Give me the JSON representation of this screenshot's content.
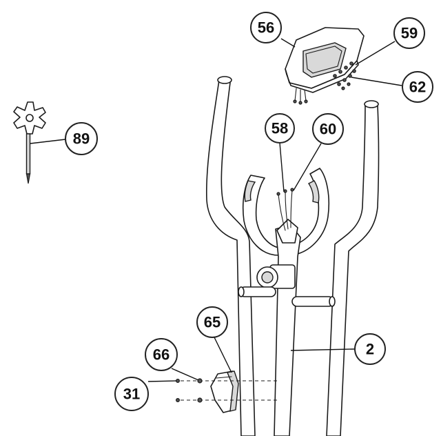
{
  "callouts": {
    "p56": "56",
    "p59": "59",
    "p62": "62",
    "p89": "89",
    "p58": "58",
    "p60": "60",
    "p65": "65",
    "p2": "2",
    "p66": "66",
    "p31": "31"
  },
  "colors": {
    "line": "#1a1a1a",
    "background": "#ffffff",
    "shading": "#d9d9d9"
  }
}
